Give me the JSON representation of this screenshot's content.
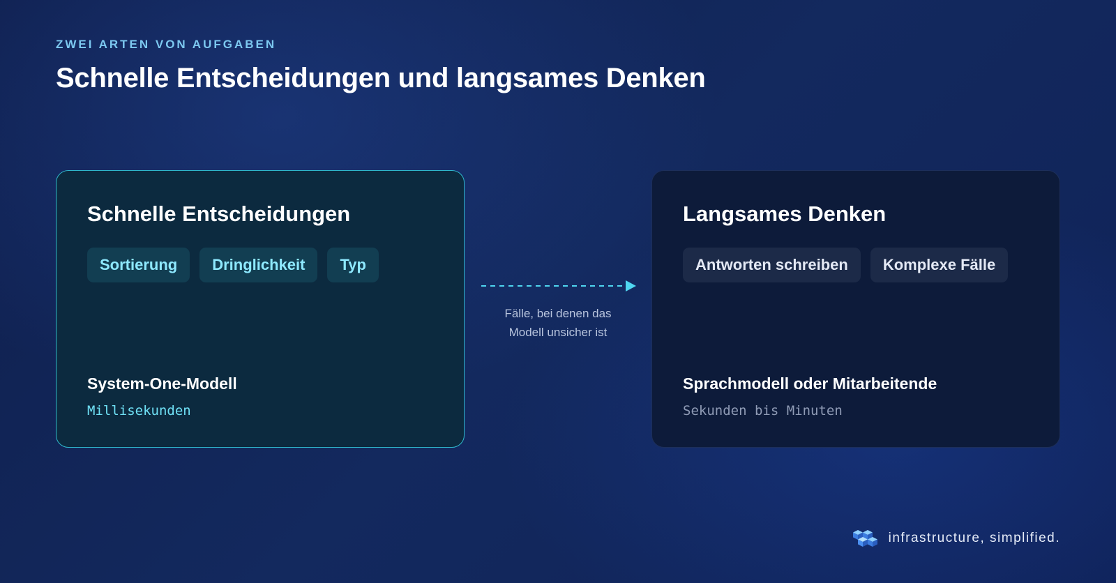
{
  "header": {
    "eyebrow": "ZWEI ARTEN VON AUFGABEN",
    "title": "Schnelle Entscheidungen und langsames Denken"
  },
  "fast_card": {
    "title": "Schnelle Entscheidungen",
    "chips": [
      "Sortierung",
      "Dringlichkeit",
      "Typ"
    ],
    "model": "System-One-Modell",
    "time": "Millisekunden"
  },
  "arrow": {
    "label_line1": "Fälle, bei denen das",
    "label_line2": "Modell unsicher ist"
  },
  "slow_card": {
    "title": "Langsames Denken",
    "chips": [
      "Antworten schreiben",
      "Komplexe Fälle"
    ],
    "model": "Sprachmodell oder Mitarbeitende",
    "time": "Sekunden bis Minuten"
  },
  "brand": {
    "logo_icon": "cubes-logo-icon",
    "tagline": "infrastructure, simplified."
  },
  "colors": {
    "accent_cyan": "#2fb7cc",
    "eyebrow": "#7cc8f0",
    "arrow": "#4fd6f0"
  }
}
